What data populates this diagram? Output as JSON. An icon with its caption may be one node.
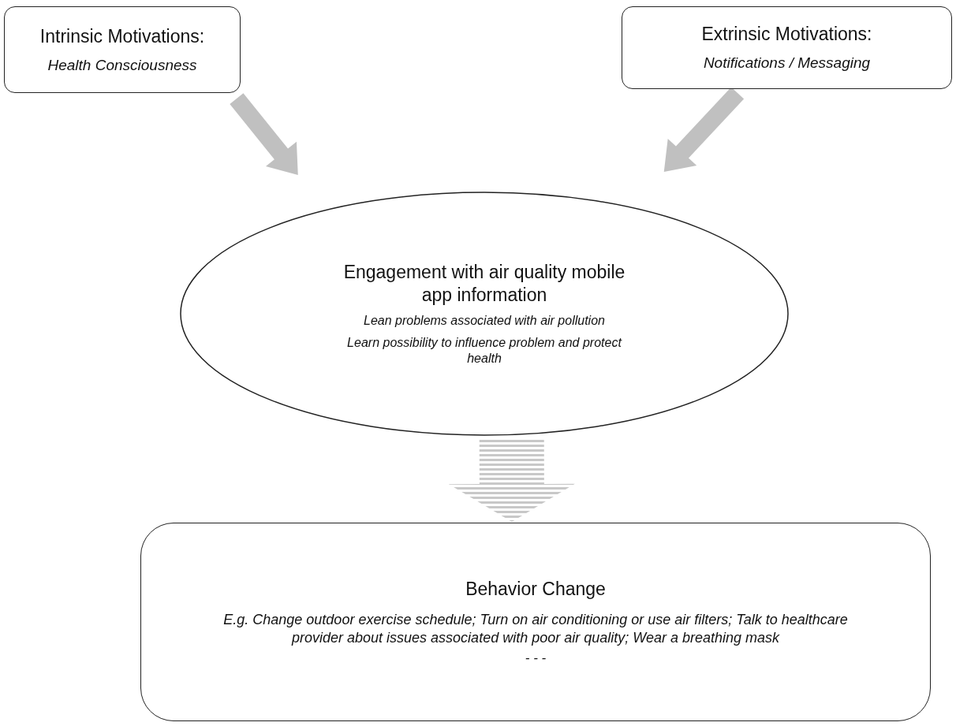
{
  "diagram": {
    "nodes": [
      {
        "text": [
          "Intrinsic Motivations:",
          "Health Consciousness"
        ]
      },
      {
        "text": [
          "Extrinsic Motivations:",
          "Notifications / Messaging"
        ]
      },
      {
        "text": [
          "Engagement with air quality mobile app information",
          "Lean problems associated with air pollution",
          "Learn possibility to influence problem and protect health"
        ]
      },
      {
        "text": [
          "Behavior Change",
          "E.g. Change outdoor exercise schedule; Turn on air conditioning or use air filters; Talk to healthcare provider about issues associated with poor air quality; Wear a breathing mask",
          "- - -"
        ]
      }
    ],
    "edges": [
      {
        "from": 0,
        "to": 2,
        "arrow": "to",
        "style": "thick"
      },
      {
        "from": 1,
        "to": 2,
        "arrow": "to",
        "style": "thick"
      },
      {
        "from": 2,
        "to": 3,
        "arrow": "to",
        "style": "dashed"
      }
    ]
  }
}
